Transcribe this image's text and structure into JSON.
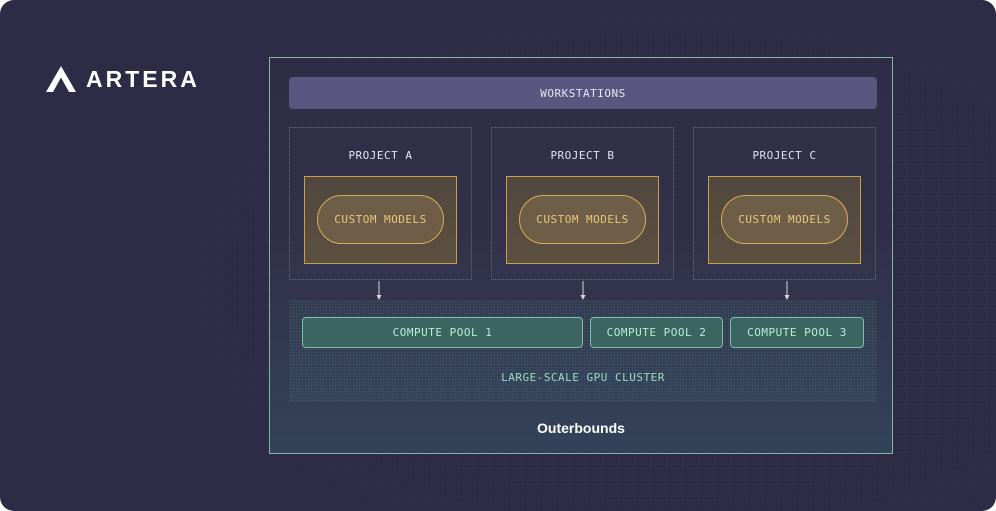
{
  "brand": {
    "name": "ARTERA",
    "logo_icon": "artera-logo-icon"
  },
  "diagram": {
    "workstations_label": "WORKSTATIONS",
    "projects": [
      {
        "label": "PROJECT A",
        "model_label": "CUSTOM MODELS"
      },
      {
        "label": "PROJECT B",
        "model_label": "CUSTOM MODELS"
      },
      {
        "label": "PROJECT C",
        "model_label": "CUSTOM MODELS"
      }
    ],
    "compute_pools": [
      {
        "label": "COMPUTE POOL 1"
      },
      {
        "label": "COMPUTE POOL 2"
      },
      {
        "label": "COMPUTE POOL 3"
      }
    ],
    "cluster_label": "LARGE-SCALE GPU CLUSTER",
    "container_label": "Outerbounds"
  },
  "colors": {
    "background": "#2d2b45",
    "container_border": "#7fb8a6",
    "workstations_fill": "#5a5680",
    "model_border": "#c8a049",
    "model_text": "#e9c77c",
    "pool_fill": "#3c6460",
    "pool_text": "#b8ecd8"
  }
}
